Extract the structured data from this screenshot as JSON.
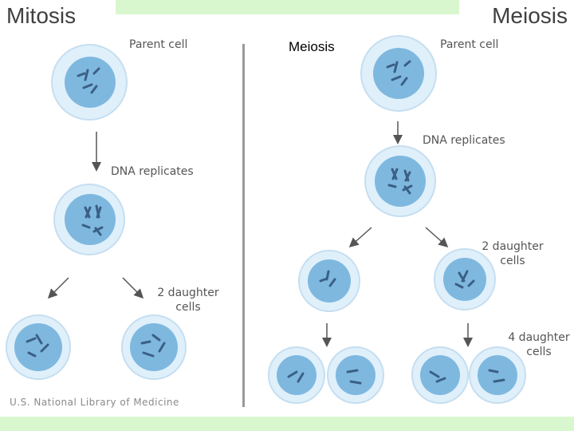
{
  "titles": {
    "left": "Mitosis",
    "right": "Meiosis"
  },
  "overlay_label": "Meiosis",
  "mitosis": {
    "parent_label": "Parent cell",
    "replicate_label": "DNA replicates",
    "daughters_line1": "2 daughter",
    "daughters_line2": "cells"
  },
  "meiosis": {
    "parent_label": "Parent cell",
    "replicate_label": "DNA replicates",
    "daughters2_line1": "2 daughter",
    "daughters2_line2": "cells",
    "daughters4_line1": "4 daughter",
    "daughters4_line2": "cells"
  },
  "credit": "U.S. National Library of Medicine",
  "colors": {
    "band": "#d8f7cf",
    "cell_outer": "#dff0fb",
    "cell_inner": "#7fb8df",
    "chromosome": "#3b5f85"
  }
}
